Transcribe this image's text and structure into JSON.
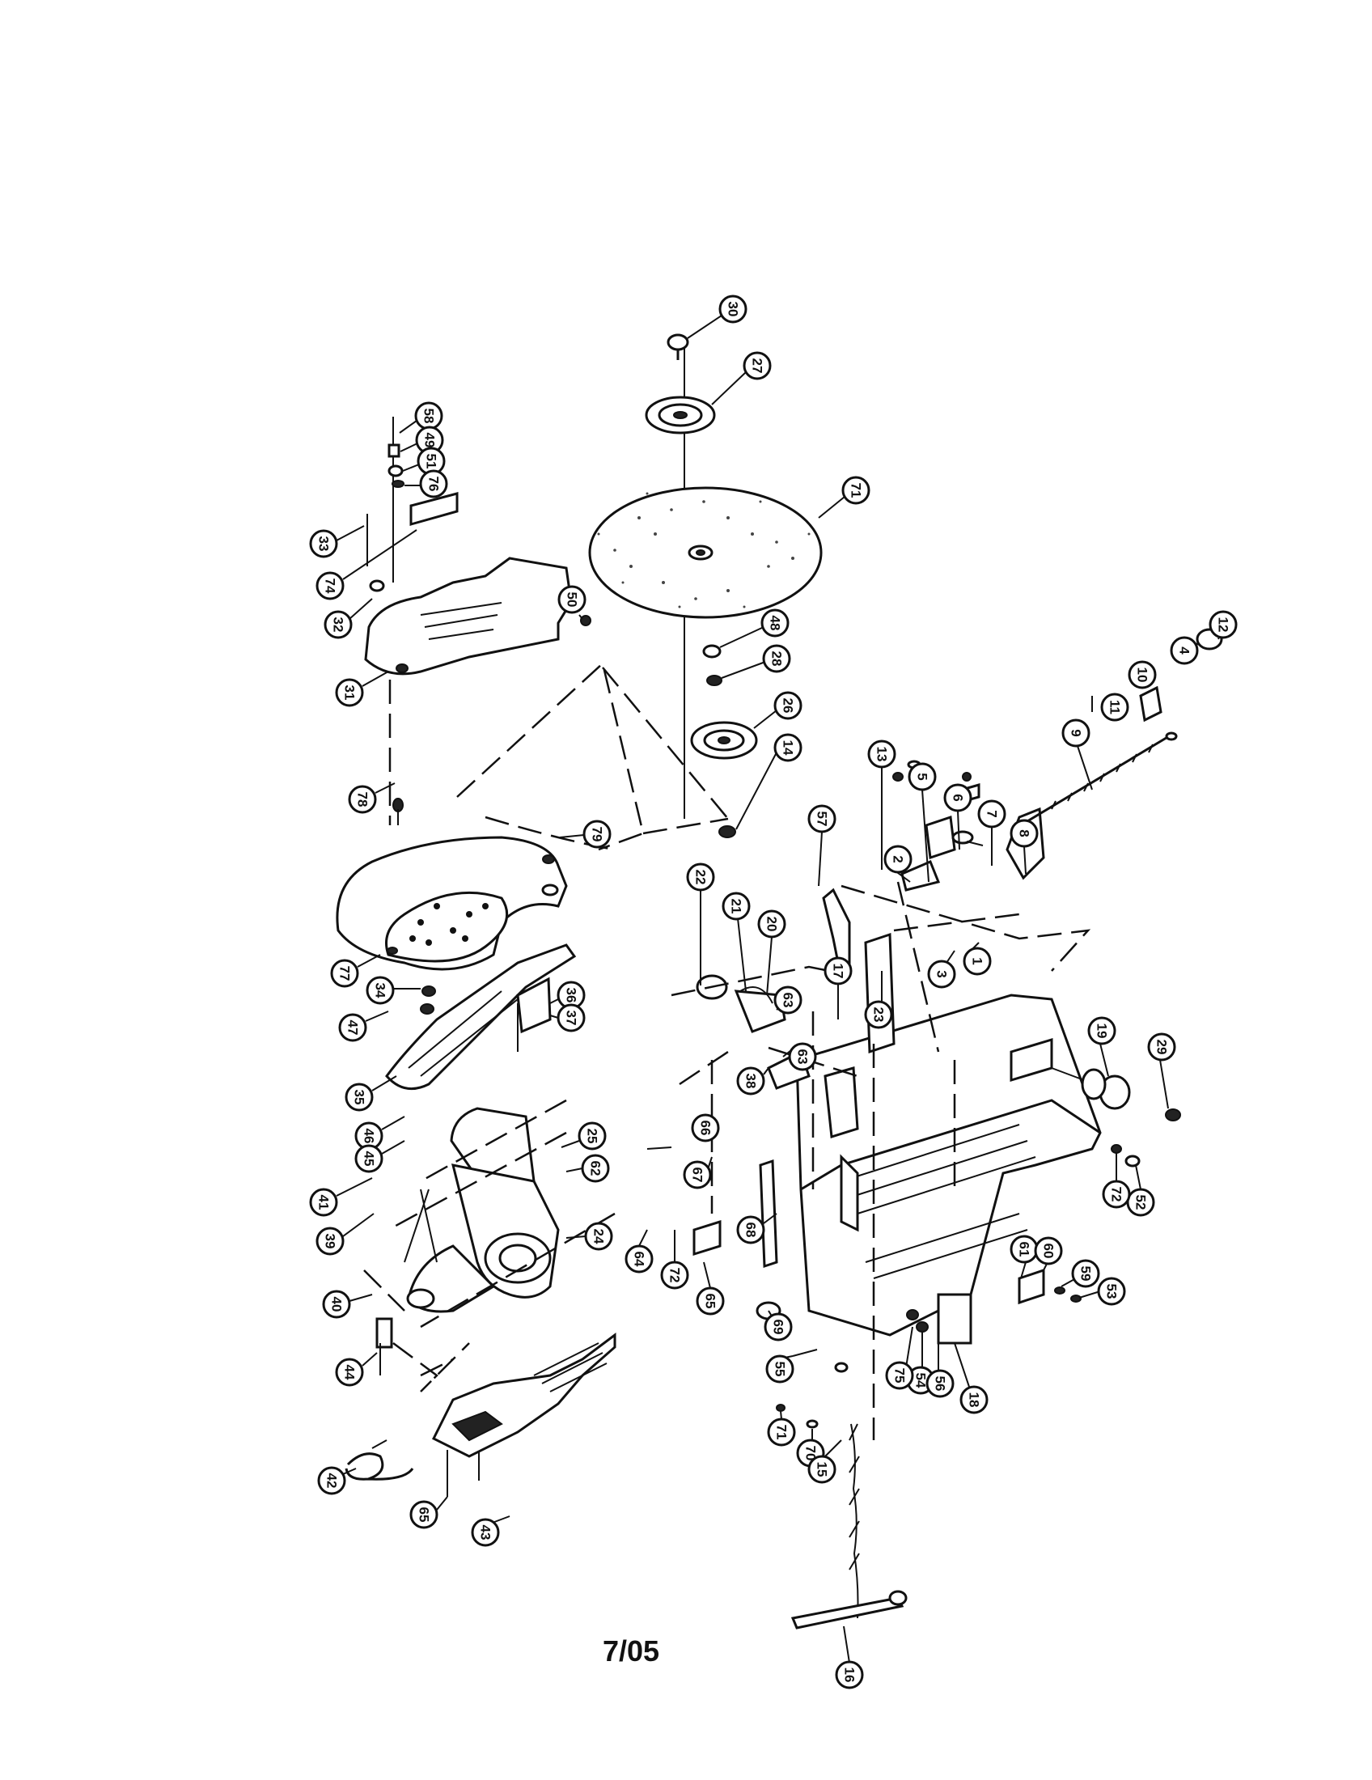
{
  "diagram": {
    "footer_date": "7/05",
    "part_numbers": [
      "30",
      "27",
      "58",
      "49",
      "51",
      "76",
      "33",
      "74",
      "32",
      "50",
      "31",
      "78",
      "79",
      "77",
      "34",
      "47",
      "36",
      "37",
      "35",
      "46",
      "45",
      "25",
      "62",
      "41",
      "39",
      "24",
      "40",
      "44",
      "42",
      "43",
      "65",
      "22",
      "21",
      "20",
      "48",
      "28",
      "26",
      "14",
      "13",
      "5",
      "6",
      "7",
      "8",
      "9",
      "10",
      "11",
      "12",
      "4",
      "57",
      "2",
      "3",
      "1",
      "23",
      "17",
      "19",
      "29",
      "38",
      "63",
      "66",
      "68",
      "67",
      "69",
      "55",
      "54",
      "56",
      "75",
      "18",
      "61",
      "60",
      "59",
      "53",
      "52",
      "72",
      "64",
      "71",
      "70",
      "15",
      "16"
    ]
  }
}
